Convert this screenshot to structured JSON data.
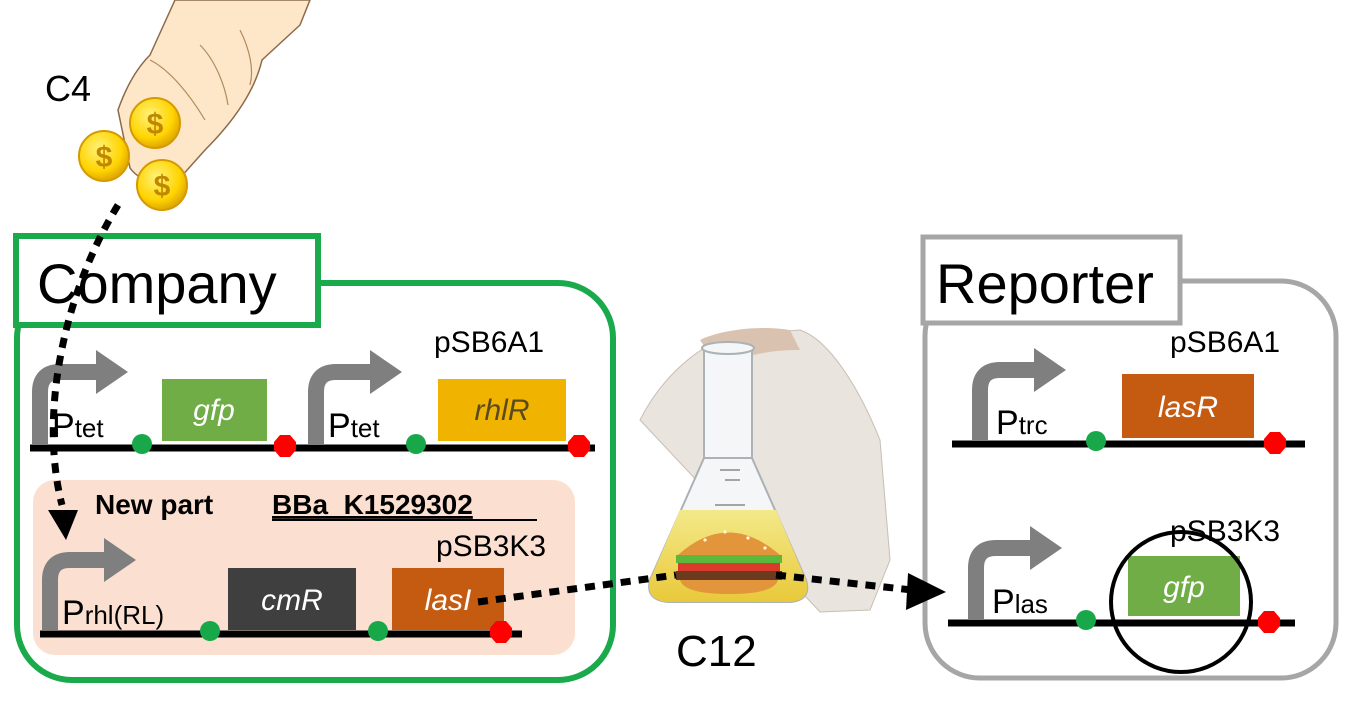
{
  "labels": {
    "c4": "C4",
    "c12": "C12"
  },
  "company": {
    "title": "Company",
    "plasmid_top": "pSB6A1",
    "promoter1": {
      "main": "P",
      "sub": "tet"
    },
    "promoter2": {
      "main": "P",
      "sub": "tet"
    },
    "gene_gfp": "gfp",
    "gene_rhlR": "rhlR",
    "new_part_label": "New part",
    "new_part_id": "BBa_K1529302",
    "plasmid_bottom": "pSB3K3",
    "promoter3": {
      "main": "P",
      "sub": "rhl(RL)"
    },
    "gene_cmR": "cmR",
    "gene_lasI": "lasI"
  },
  "reporter": {
    "title": "Reporter",
    "plasmid_top": "pSB6A1",
    "promoter1": {
      "main": "P",
      "sub": "trc"
    },
    "gene_lasR": "lasR",
    "plasmid_bottom": "pSB3K3",
    "promoter2": {
      "main": "P",
      "sub": "las"
    },
    "gene_gfp": "gfp"
  },
  "coins": {
    "symbol": "$"
  },
  "colors": {
    "company_green": "#1aaa4b",
    "reporter_gray": "#a6a6a6",
    "gfp_green": "#70ad47",
    "rhlR_yellow": "#f0b400",
    "orange_gene": "#c55a11",
    "cmR_dark": "#3f3f3f",
    "rbs_green": "#18a84a",
    "terminator_red": "#ff0000",
    "new_part_bg": "#fbe0d2",
    "promoter_gray": "#7f7f7f"
  }
}
